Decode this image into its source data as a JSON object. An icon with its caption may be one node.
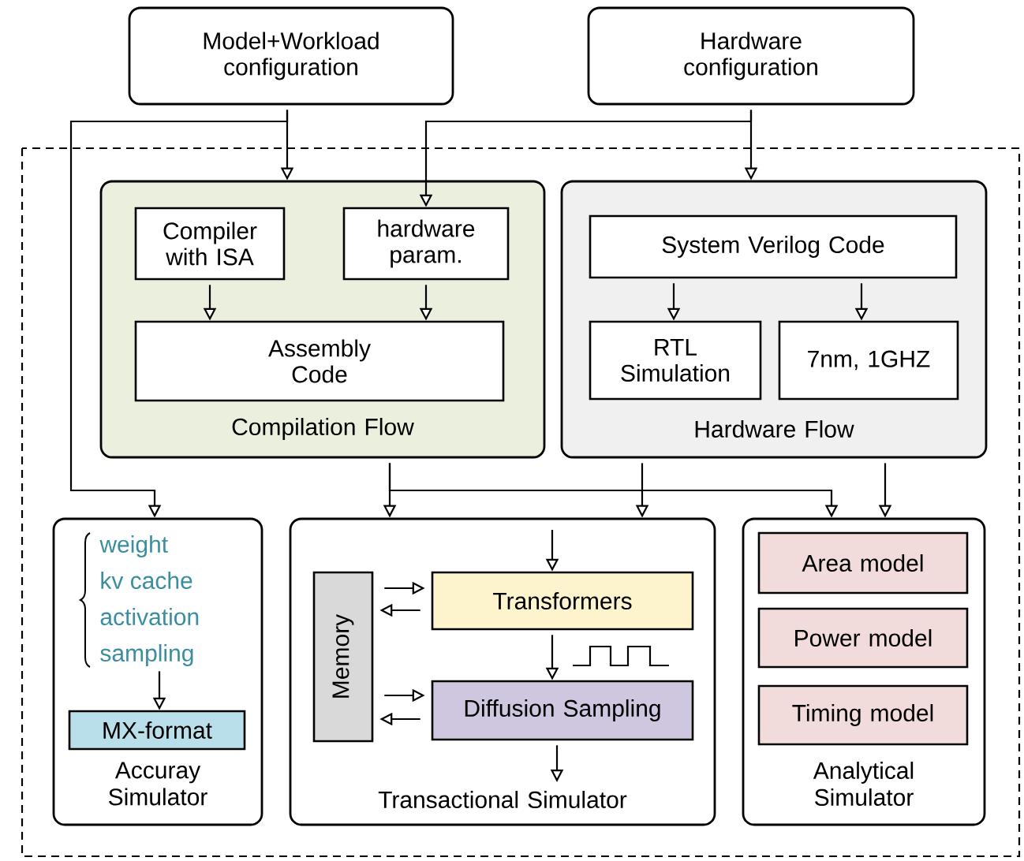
{
  "diagram": {
    "nodes": [
      {
        "text": [
          "Model+Workload configuration"
        ]
      },
      {
        "text": [
          "Hardware configuration"
        ]
      },
      {
        "text": [
          "Compilation Flow"
        ]
      },
      {
        "text": [
          "Compiler with ISA"
        ],
        "in": 2
      },
      {
        "text": [
          "hardware param."
        ],
        "in": 2
      },
      {
        "text": [
          "Assembly Code"
        ],
        "in": 2
      },
      {
        "text": [
          "Hardware Flow"
        ]
      },
      {
        "text": [
          "System Verilog Code"
        ],
        "in": 6
      },
      {
        "text": [
          "RTL Simulation"
        ],
        "in": 6
      },
      {
        "text": [
          "7nm, 1GHZ"
        ],
        "in": 6
      },
      {
        "text": [
          "Accuray Simulator"
        ]
      },
      {
        "text": [
          "weight",
          "kv cache",
          "activation",
          "sampling"
        ],
        "in": 10
      },
      {
        "text": [
          "MX-format"
        ],
        "in": 10
      },
      {
        "text": [
          "Transactional Simulator"
        ]
      },
      {
        "text": [
          "Memory"
        ],
        "in": 13
      },
      {
        "text": [
          "Transformers"
        ],
        "in": 13
      },
      {
        "text": [
          "Diffusion Sampling"
        ],
        "in": 13
      },
      {
        "text": [
          "Analytical Simulator"
        ]
      },
      {
        "text": [
          "Area model"
        ],
        "in": 17
      },
      {
        "text": [
          "Power model"
        ],
        "in": 17
      },
      {
        "text": [
          "Timing model"
        ],
        "in": 17
      }
    ],
    "edges": [
      {
        "from": 0,
        "to": 2,
        "arrow": "to"
      },
      {
        "from": 0,
        "to": 10,
        "arrow": "to"
      },
      {
        "from": 1,
        "to": 6,
        "arrow": "to"
      },
      {
        "from": 1,
        "to": 4,
        "arrow": "to"
      },
      {
        "from": 3,
        "to": 5,
        "arrow": "to"
      },
      {
        "from": 4,
        "to": 5,
        "arrow": "to"
      },
      {
        "from": 7,
        "to": 8,
        "arrow": "to"
      },
      {
        "from": 7,
        "to": 9,
        "arrow": "to"
      },
      {
        "from": 2,
        "to": 13,
        "arrow": "to"
      },
      {
        "from": 2,
        "to": 17,
        "arrow": "to"
      },
      {
        "from": 6,
        "to": 13,
        "arrow": "to"
      },
      {
        "from": 6,
        "to": 17,
        "arrow": "to"
      },
      {
        "from": 11,
        "to": 12,
        "arrow": "to"
      },
      {
        "from": null,
        "to": 15,
        "arrow": "to"
      },
      {
        "from": 14,
        "to": 15,
        "arrow": "to"
      },
      {
        "from": 15,
        "to": 14,
        "arrow": "to"
      },
      {
        "from": 14,
        "to": 16,
        "arrow": "to"
      },
      {
        "from": 16,
        "to": 14,
        "arrow": "to"
      },
      {
        "from": 15,
        "to": 16,
        "arrow": "to"
      },
      {
        "from": 16,
        "to": null,
        "arrow": "to"
      }
    ]
  }
}
